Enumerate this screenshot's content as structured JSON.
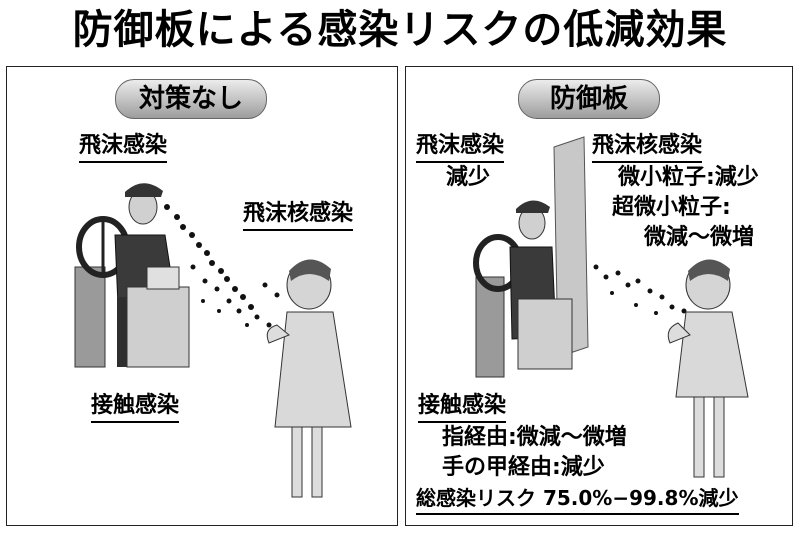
{
  "title": "防御板による感染リスクの低減効果",
  "left_panel": {
    "heading": "対策なし",
    "droplet": "飛沫感染",
    "aerosol": "飛沫核感染",
    "contact": "接触感染"
  },
  "right_panel": {
    "heading": "防御板",
    "droplet": "飛沫感染",
    "droplet_effect": "減少",
    "aerosol": "飛沫核感染",
    "fine_particles": "微小粒子:減少",
    "ultrafine_label": "超微小粒子:",
    "ultrafine_effect": "微減～微増",
    "contact": "接触感染",
    "finger": "指経由:微減～微増",
    "back_of_hand": "手の甲経由:減少",
    "total": "総感染リスク 75.0%−99.8%減少"
  }
}
